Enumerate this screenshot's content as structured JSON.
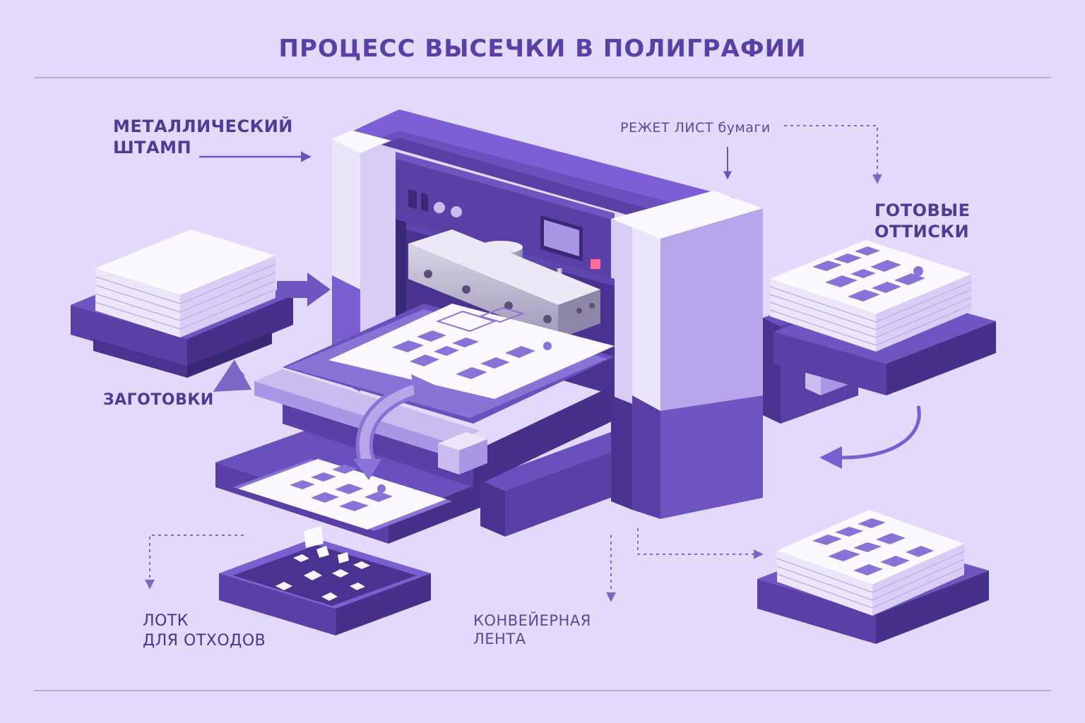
{
  "title": "ПРОЦЕСС ВЫСЕЧКИ В ПОЛИГРАФИИ",
  "labels": {
    "metal_stamp": [
      "МЕТАЛЛИЧЕСКИЙ",
      "ШТАМП"
    ],
    "cuts_sheet": "РЕЖЕТ ЛИСТ бумаги",
    "finished_prints": [
      "ГОТОВЫЕ",
      "ОТТИСКИ"
    ],
    "blanks": "ЗАГОТОВКИ",
    "waste_tray": [
      "ЛОТК",
      "ДЛЯ ОТХОДОВ"
    ],
    "conveyor_belt": [
      "КОНВЕЙЕРНАЯ",
      "ЛЕНТА"
    ]
  },
  "colors": {
    "background": "#e2d9fb",
    "dark_purple": "#5a3fa6",
    "mid_purple": "#7a5fd0",
    "light_purple": "#b4a2ec",
    "paper": "#f7f4ff",
    "text": "#4f3a94"
  }
}
